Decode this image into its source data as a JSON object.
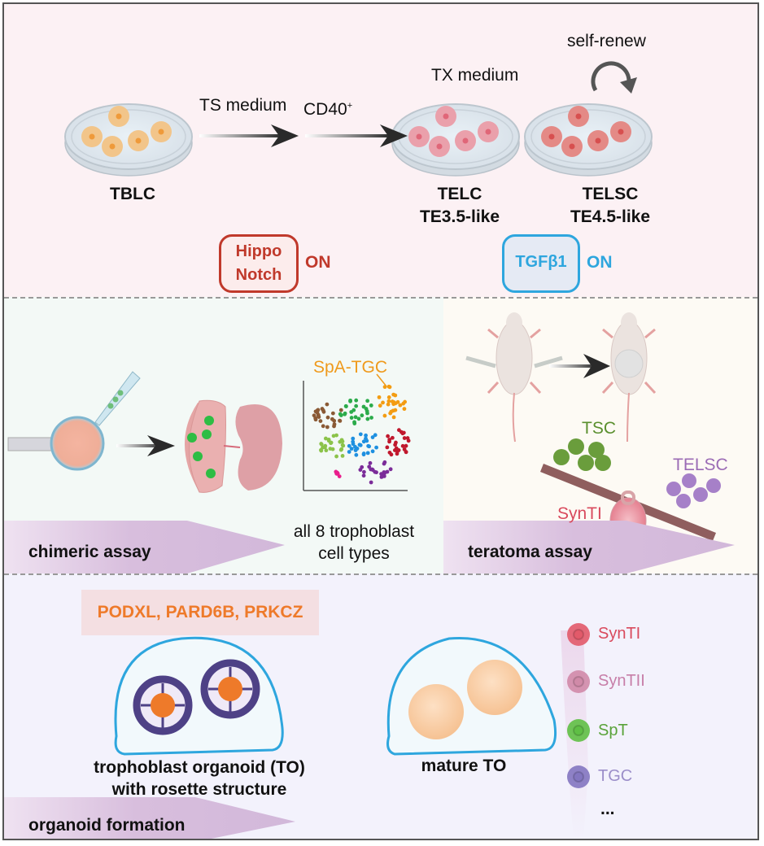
{
  "colors": {
    "panel_top_bg": "#fcf1f4",
    "panel_chimeric_bg": "#f3f9f6",
    "panel_teratoma_bg": "#fdfaf4",
    "panel_organoid_bg": "#f3f2fc",
    "hippo_red": "#c0392b",
    "tgf_blue": "#2ea6de",
    "marker_orange": "#ee7a2a",
    "spa_tgc_orange": "#ef9a1c",
    "synti_red": "#d94a5d",
    "synti_ii_pink": "#c77ea8",
    "spt_green": "#5aa33a",
    "tgc_purple": "#9b8ec9",
    "tsc_green": "#5a8f2e",
    "telsc_purple": "#9b6bb5",
    "rosette_purple": "#4e4186",
    "organoid_outline": "#2ea6de"
  },
  "top_panel": {
    "dishes": [
      {
        "name": "TBLC",
        "subtitle": "",
        "cell_color": "#f2c58a",
        "nucleus_color": "#ef9a3a"
      },
      {
        "name": "TELC",
        "subtitle": "TE3.5-like",
        "cell_color": "#eaa0ab",
        "nucleus_color": "#e06678"
      },
      {
        "name": "TELSC",
        "subtitle": "TE4.5-like",
        "cell_color": "#e48a86",
        "nucleus_color": "#d74f4f"
      }
    ],
    "arrow1_label": "TS medium",
    "arrow2_label": "CD40",
    "arrow2_sup": "+",
    "medium_label": "TX medium",
    "self_renew_label": "self-renew",
    "pathway_left": {
      "line1": "Hippo",
      "line2": "Notch",
      "state": "ON"
    },
    "pathway_right": {
      "line1": "TGFβ1",
      "state": "ON"
    }
  },
  "chimeric_panel": {
    "umap_annotation": "SpA-TGC",
    "caption_line1": "all 8 trophoblast",
    "caption_line2": "cell types",
    "banner_label": "chimeric assay",
    "cluster_colors": [
      "#8a5a35",
      "#2bab4a",
      "#f39c12",
      "#8bc34a",
      "#1e90e0",
      "#c0182d",
      "#e91e8c",
      "#7b2c99"
    ]
  },
  "teratoma_panel": {
    "left_label": "TSC",
    "right_label": "TELSC",
    "fulcrum_label": "SynTI",
    "banner_label": "teratoma assay"
  },
  "organoid_panel": {
    "markers": "PODXL, PARD6B, PRKCZ",
    "to_caption_line1": "trophoblast organoid (TO)",
    "to_caption_line2": "with rosette structure",
    "mature_caption": "mature TO",
    "cell_types": [
      {
        "label": "SynTI",
        "color": "#d94a5d",
        "cell_color": "#e25a6a"
      },
      {
        "label": "SynTII",
        "color": "#c77ea8",
        "cell_color": "#d08aa8"
      },
      {
        "label": "SpT",
        "color": "#5aa33a",
        "cell_color": "#5fbf45"
      },
      {
        "label": "TGC",
        "color": "#9b8ec9",
        "cell_color": "#8376c0"
      }
    ],
    "more_label": "...",
    "banner_label": "organoid formation"
  }
}
